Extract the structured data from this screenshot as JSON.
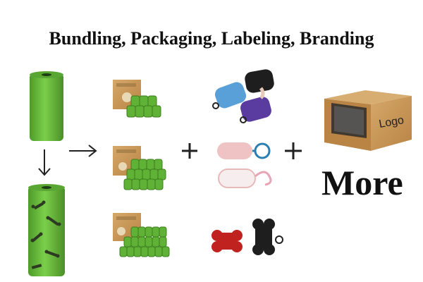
{
  "title": "Bundling, Packaging, Labeling, Branding",
  "more_label": "More",
  "box_label": "Logo",
  "icons": {
    "arrow_down": "arrow-down-icon",
    "arrow_right": "arrow-right-icon",
    "plus": "plus-icon"
  },
  "colors": {
    "roll_green": "#6cbf3e",
    "bone_print": "#2d3a22",
    "kraft_box": "#c99b5f",
    "dispenser_blue": "#5aa0d8",
    "dispenser_black": "#1e1e1e",
    "dispenser_purple": "#5a3ca0",
    "dispenser_pink": "#efc3c3",
    "bone_red": "#c0231f"
  }
}
